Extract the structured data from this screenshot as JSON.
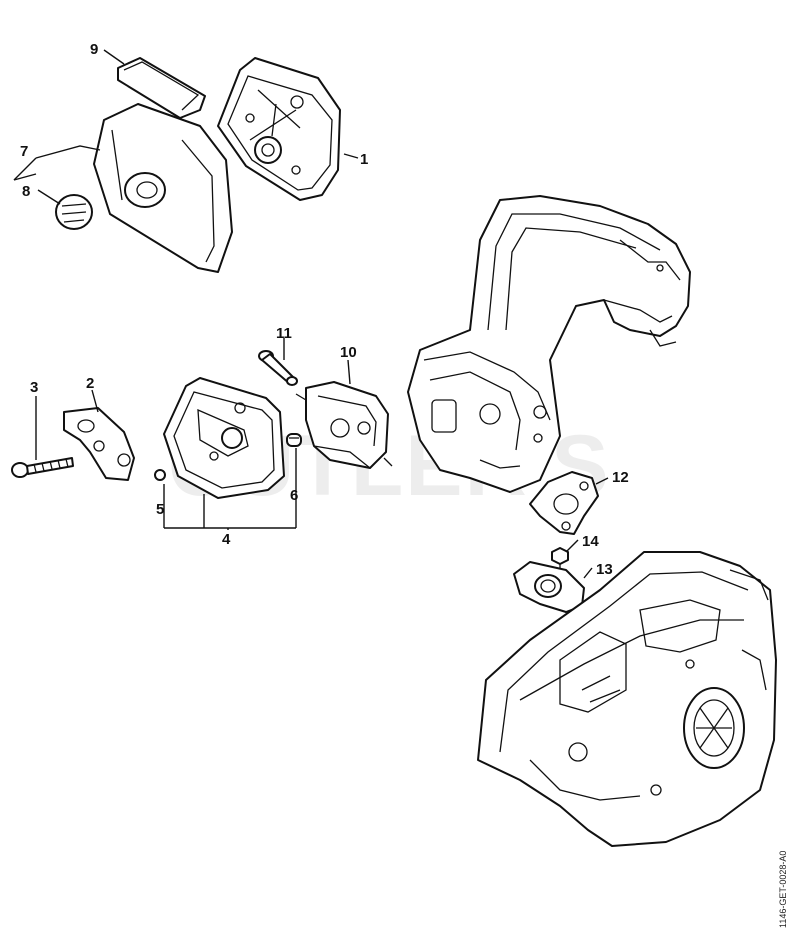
{
  "watermark": "CUTLER'S",
  "reference_code": "1146-GET-0028-A0",
  "callouts": [
    "1",
    "2",
    "3",
    "4",
    "5",
    "6",
    "7",
    "8",
    "9",
    "10",
    "11",
    "12",
    "13",
    "14"
  ]
}
